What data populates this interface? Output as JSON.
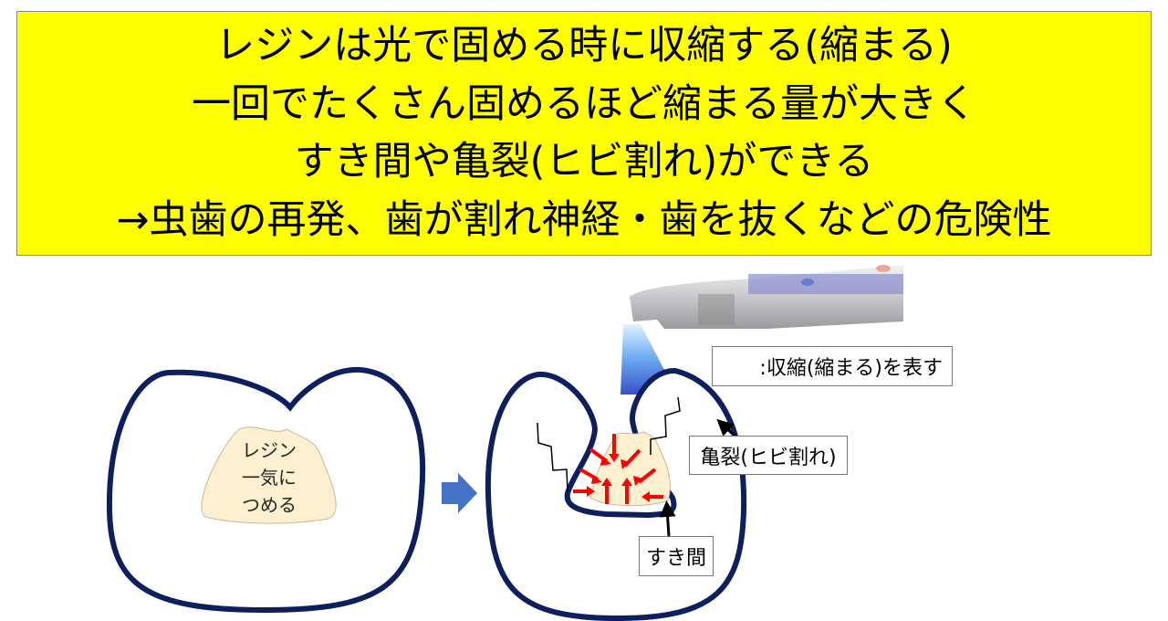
{
  "banner": {
    "lines": [
      "レジンは光で固める時に収縮する(縮まる)",
      "一回でたくさん固めるほど縮まる量が大きく",
      "すき間や亀裂(ヒビ割れ)ができる",
      "→虫歯の再発、歯が割れ神経・歯を抜くなどの危険性"
    ]
  },
  "left_tooth": {
    "resin_label": [
      "レジン",
      "一気に",
      "つめる"
    ]
  },
  "legend": {
    "text": ":収縮(縮まる)を表す"
  },
  "labels": {
    "crack": "亀裂(ヒビ割れ)",
    "gap": "すき間"
  },
  "colors": {
    "banner": "#ffff00",
    "tooth_outline": "#0d1f5c",
    "resin": "#fdf0d0",
    "arrow": "#ff0000",
    "transition_arrow": "#4472c4"
  }
}
